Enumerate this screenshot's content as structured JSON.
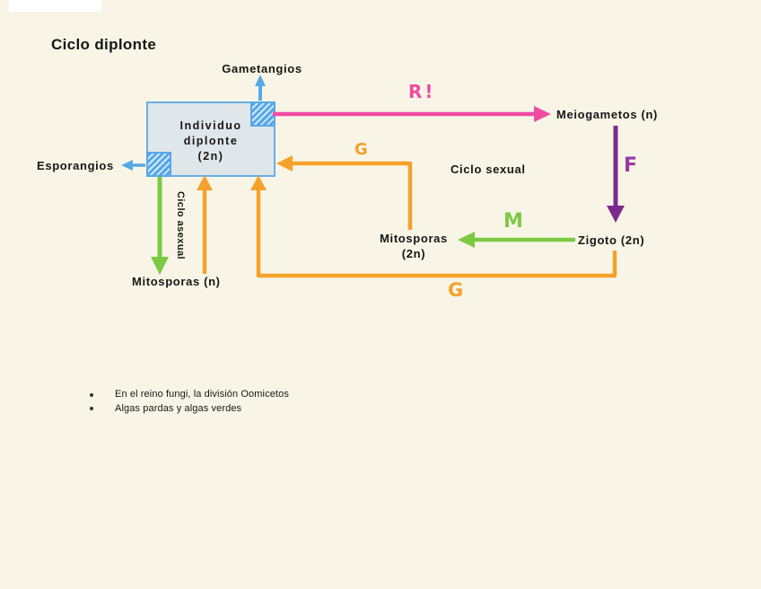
{
  "title": "Ciclo diplonte",
  "diagram": {
    "center_box": {
      "line1": "Individuo",
      "line2": "diplonte",
      "line3": "(2n)"
    },
    "nodes": {
      "gametangios": "Gametangios",
      "esporangios": "Esporangios",
      "meiogametos": "Meiogametos (n)",
      "zigoto": "Zigoto (2n)",
      "mitosporas_2n_line1": "Mitosporas",
      "mitosporas_2n_line2": "(2n)",
      "mitosporas_n": "Mitosporas (n)",
      "ciclo_sexual": "Ciclo sexual",
      "ciclo_asexual": "Ciclo asexual"
    },
    "annotations": {
      "meiosis": "R!",
      "fecundacion": "F",
      "mitosis": "M",
      "gametogenesis_upper": "G",
      "gametogenesis_lower": "G"
    }
  },
  "notes": {
    "items": [
      "En el reino fungi, la división Oomicetos",
      "Algas pardas y algas verdes"
    ]
  },
  "colors": {
    "bg": "#f8f5e7",
    "pink": "#f04ba2",
    "orange": "#f5a12b",
    "green": "#7cc944",
    "purple": "#7b2b8d",
    "purple_bright": "#993aa8",
    "blue": "#58a8e9",
    "box_fill": "#e0e7ea",
    "box_border": "#69afe8"
  }
}
